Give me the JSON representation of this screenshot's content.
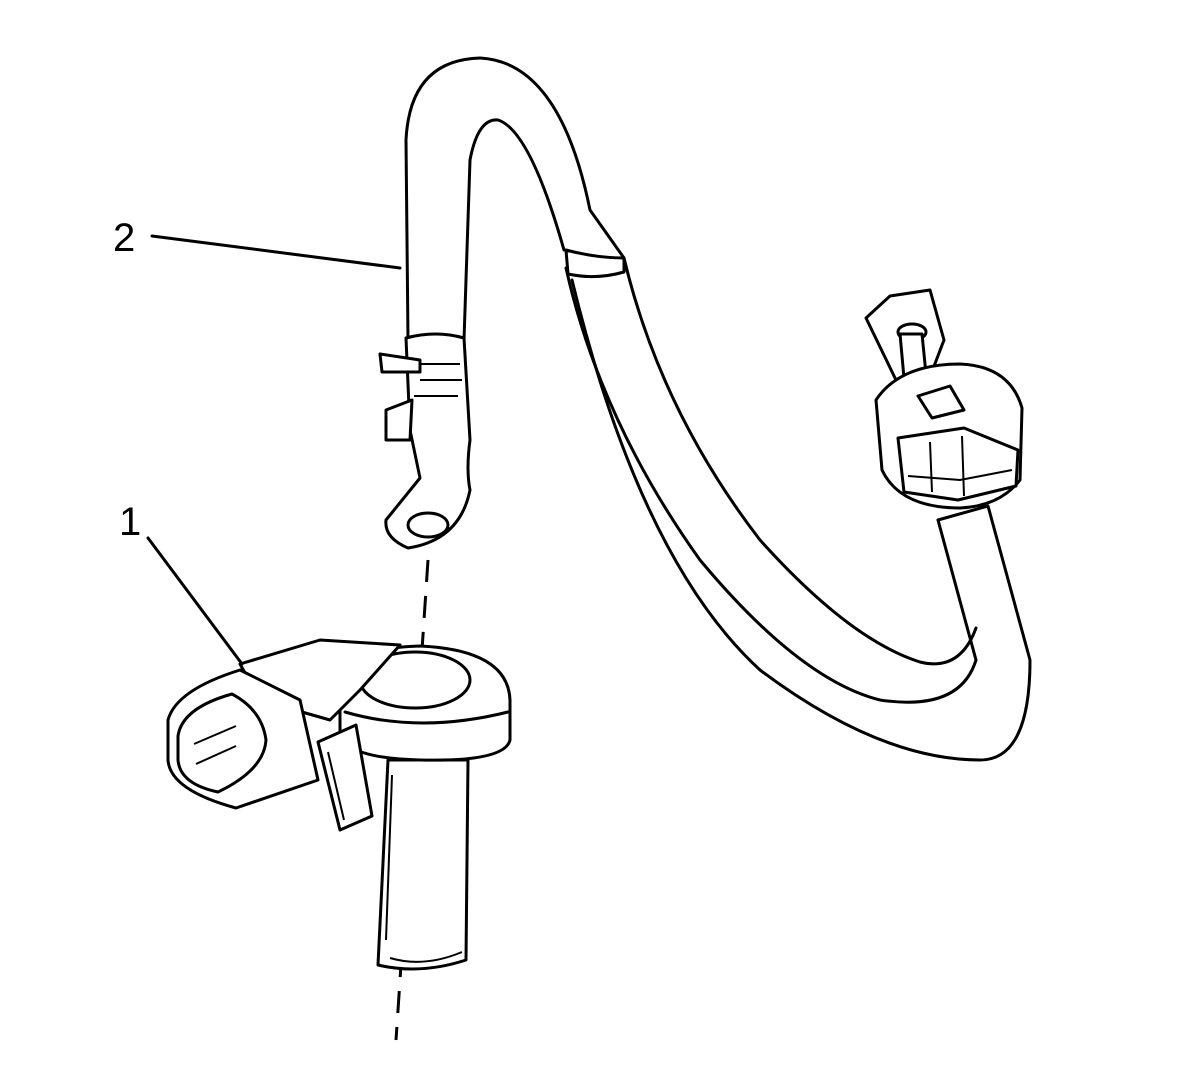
{
  "callouts": [
    {
      "id": "2",
      "label": "2"
    },
    {
      "id": "1",
      "label": "1"
    }
  ],
  "colors": {
    "stroke": "#000000",
    "background": "#ffffff"
  }
}
